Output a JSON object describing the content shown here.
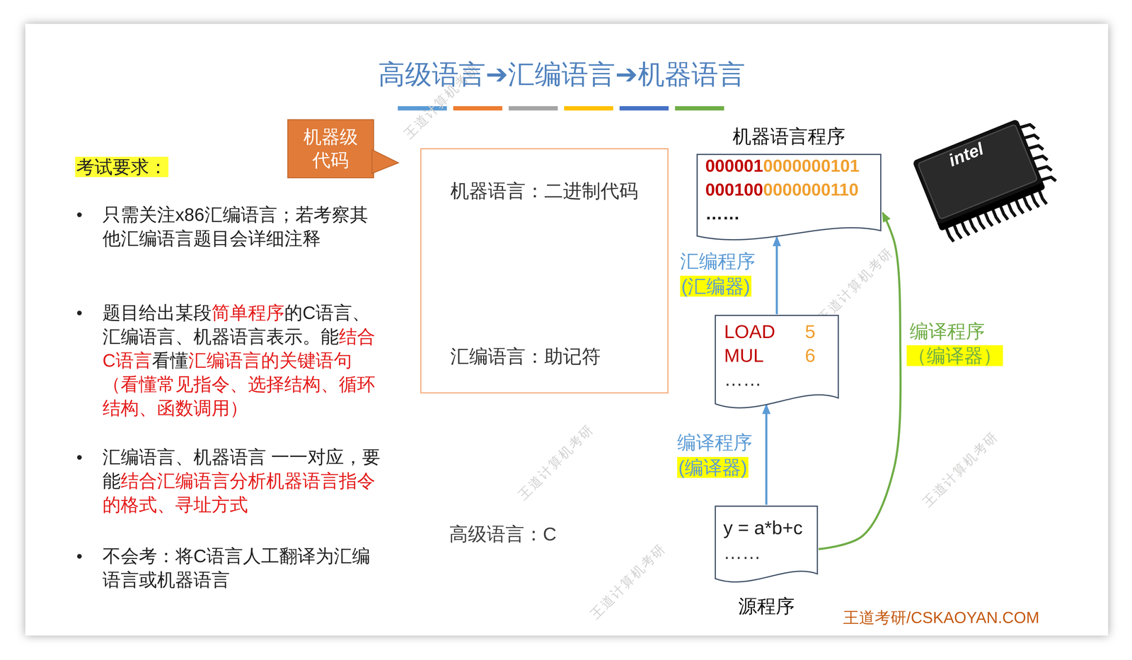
{
  "diagram": {
    "title": "高级语言➔汇编语言➔机器语言",
    "nodes": [
      {
        "text": [
          "机器级代码"
        ]
      },
      {
        "text": [
          "机器语言：二进制代码",
          "汇编语言：助记符"
        ]
      },
      {
        "text": [
          "机器语言程序",
          "000001",
          "0000000101",
          "000100",
          "0000000110",
          "……"
        ]
      },
      {
        "text": [
          "LOAD",
          "5",
          "MUL",
          "6",
          "……"
        ]
      },
      {
        "text": [
          "y = a*b+c",
          "……",
          "源程序"
        ]
      }
    ],
    "edges": [
      {
        "from": 4,
        "to": 3,
        "arrow": "to",
        "label": "编译程序"
      },
      {
        "from": 3,
        "to": 2,
        "arrow": "to",
        "label": "汇编程序"
      },
      {
        "from": 4,
        "to": 2,
        "arrow": "to",
        "label": "编译程序"
      }
    ],
    "labels": [
      "考试要求：",
      "只需关注x86汇编语言；若考察其他汇编语言题目会详细注释",
      "题目给出某段",
      "简单程序",
      "的C语言、汇编语言、机器语言表示。能",
      "结合C语言",
      "看懂",
      "汇编语言的关键语句（看懂常见指令、选择结构、循环结构、函数调用）",
      "汇编语言、机器语言 一一对应，要能",
      "结合汇编语言分析机器语言指令的格式、寻址方式",
      "不会考：将C语言人工翻译为汇编语言或机器语言",
      "高级语言：C",
      "(编译器)",
      "(汇编器)",
      "（编译器）",
      "intel",
      "王道考研/CSKAOYAN.COM",
      "王道计算机考研",
      "王道计算机考研",
      "王道计算机考研",
      "王道计算机考研",
      "王道计算机考研",
      "王道计算机考研"
    ]
  }
}
